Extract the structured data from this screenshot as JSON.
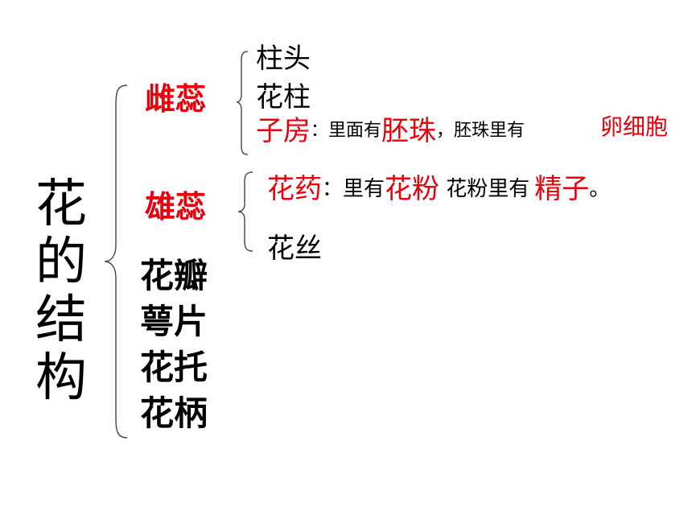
{
  "root": {
    "chars": [
      "花",
      "的",
      "结",
      "构"
    ]
  },
  "colors": {
    "highlight": "#e8000b",
    "text": "#000000"
  },
  "pistil": {
    "label": "雌蕊",
    "parts": {
      "stigma": "柱头",
      "style": "花柱",
      "ovary": {
        "label": "子房",
        "colon": "：",
        "prefix": "里面有",
        "term1": "胚珠",
        "mid": "，胚珠里有",
        "term2": "卵细胞"
      }
    }
  },
  "stamen": {
    "label": "雄蕊",
    "anther": {
      "label": "花药",
      "colon": "：",
      "prefix": "里有",
      "term1": "花粉",
      "mid": " 花粉里有",
      "term2": "精子",
      "end": "。"
    },
    "filament": "花丝"
  },
  "others": [
    "花瓣",
    "萼片",
    "花托",
    "花柄"
  ]
}
